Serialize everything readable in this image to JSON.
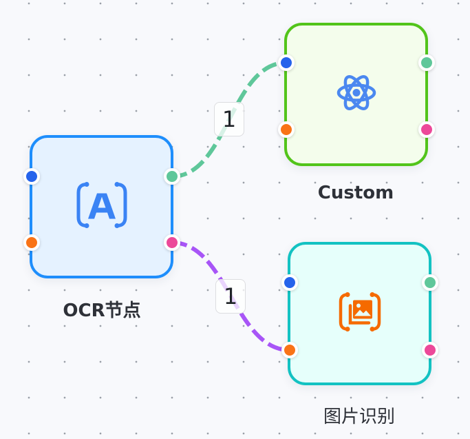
{
  "canvas": {
    "background": "#f8f9fc",
    "grid_dot_color": "#9aa0a8"
  },
  "handle_colors": {
    "input_top": "#2563eb",
    "input_bottom": "#f97316",
    "output_top": "#5fc79a",
    "output_bottom": "#ec4899"
  },
  "nodes": [
    {
      "id": "ocr",
      "label": "OCR节点",
      "icon": "text-recognition-icon",
      "border_color": "#1e8efc",
      "fill_color": "#e5f2ff",
      "icon_color": "#3a83f4"
    },
    {
      "id": "custom",
      "label": "Custom",
      "icon": "atom-icon",
      "border_color": "#52c41a",
      "fill_color": "#f4fdec",
      "icon_color": "#4b88f0"
    },
    {
      "id": "image-recognition",
      "label": "图片识别",
      "icon": "image-scan-icon",
      "border_color": "#13c2c2",
      "fill_color": "#e6fffb",
      "icon_color": "#f56a00"
    }
  ],
  "edges": [
    {
      "from": "ocr",
      "from_handle": "output_top",
      "to": "custom",
      "to_handle": "input_top",
      "label": "1",
      "color": "#5fc79a"
    },
    {
      "from": "ocr",
      "from_handle": "output_bottom",
      "to": "image-recognition",
      "to_handle": "input_bottom",
      "label": "1",
      "color": "#a855f7"
    }
  ]
}
